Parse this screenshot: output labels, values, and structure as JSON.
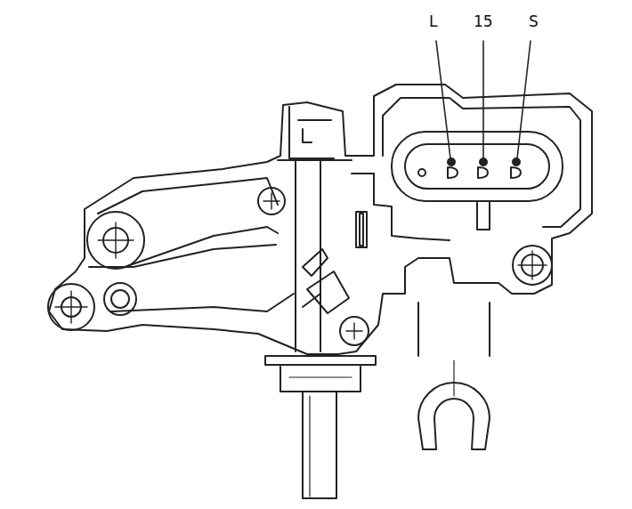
{
  "diagram": {
    "labels": [
      "L",
      "15",
      "S"
    ]
  }
}
